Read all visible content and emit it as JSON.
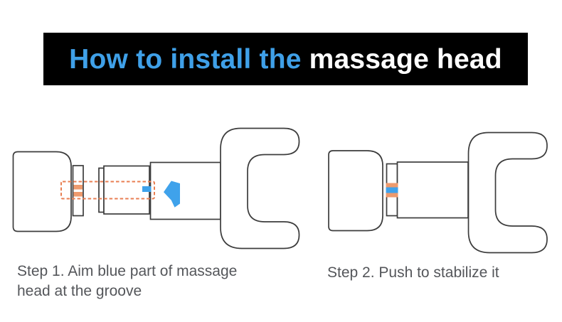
{
  "banner": {
    "highlight": "How to install the",
    "rest": "massage head"
  },
  "steps": [
    {
      "name": "step-1",
      "caption_lines": [
        "Step 1. Aim blue part of massage",
        "head at the groove"
      ],
      "caption": "Step 1. Aim blue part of massage head at the groove"
    },
    {
      "name": "step-2",
      "caption_lines": [
        "Step 2. Push to stabilize it"
      ],
      "caption": "Step 2. Push to stabilize it"
    }
  ],
  "icons": {
    "arrow": "left-arrow-icon"
  },
  "colors": {
    "banner_bg": "#000000",
    "title_blue": "#3FA0E8",
    "title_white": "#FFFFFF",
    "outline": "#3C3C3C",
    "caption_gray": "#54565A",
    "accent_blue": "#3FA2EB",
    "accent_orange": "#EE9A6D",
    "dashed_orange": "#E87E52",
    "page_bg": "#FFFFFF"
  }
}
